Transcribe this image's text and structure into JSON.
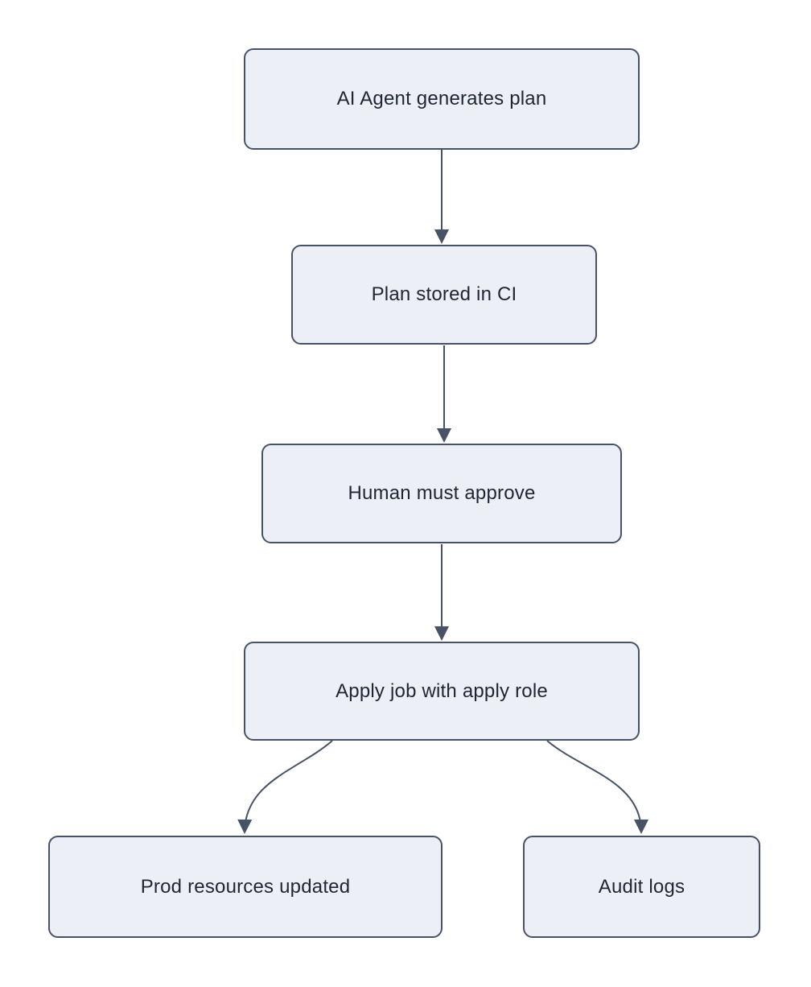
{
  "diagram": {
    "type": "flowchart",
    "direction": "top-down",
    "nodes": [
      {
        "id": "ai-agent",
        "label": "AI Agent generates plan"
      },
      {
        "id": "plan-stored",
        "label": "Plan stored in CI"
      },
      {
        "id": "human-approve",
        "label": "Human must approve"
      },
      {
        "id": "apply-job",
        "label": "Apply job with apply role"
      },
      {
        "id": "prod-updated",
        "label": "Prod resources updated"
      },
      {
        "id": "audit-logs",
        "label": "Audit logs"
      }
    ],
    "edges": [
      {
        "from": "ai-agent",
        "to": "plan-stored"
      },
      {
        "from": "plan-stored",
        "to": "human-approve"
      },
      {
        "from": "human-approve",
        "to": "apply-job"
      },
      {
        "from": "apply-job",
        "to": "prod-updated"
      },
      {
        "from": "apply-job",
        "to": "audit-logs"
      }
    ],
    "colors": {
      "background": "#FFFFFF",
      "node_fill": "#ECF0F6",
      "node_border": "#475266",
      "arrow": "#475266",
      "text": "#1F2533"
    }
  }
}
